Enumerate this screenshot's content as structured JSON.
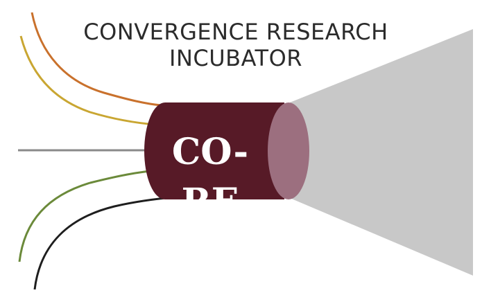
{
  "logo": {
    "title_line_1": "CONVERGENCE RESEARCH",
    "title_line_2": "INCUBATOR",
    "mark_text": "CO-RE"
  },
  "colors": {
    "cylinder_body": "#571a27",
    "cylinder_face": "#9c6f7f",
    "beam": "#c8c8c8",
    "strand_orange": "#c9712c",
    "strand_gold": "#c9a632",
    "strand_gray": "#8a8a8a",
    "strand_green": "#6b8a3a",
    "strand_black": "#1e1e1e",
    "title_text": "#2b2b2b"
  }
}
